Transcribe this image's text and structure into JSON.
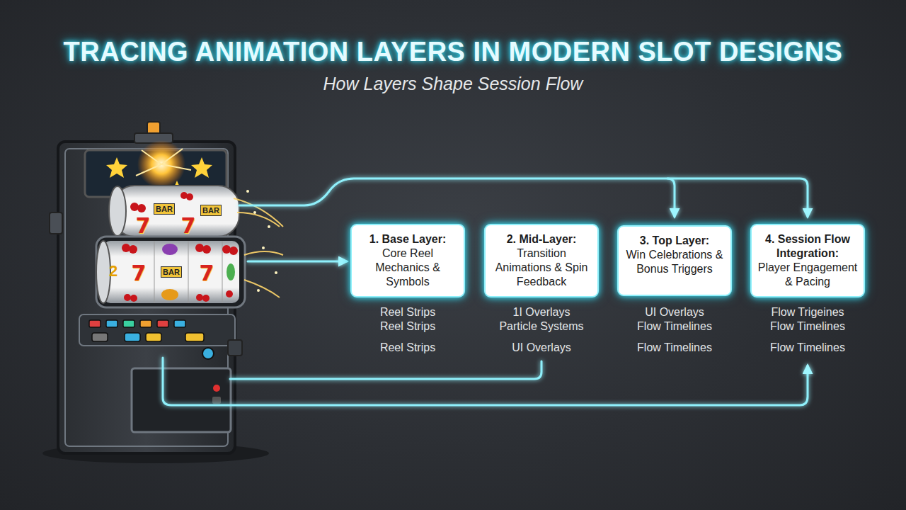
{
  "diagram": {
    "title": "TRACING ANIMATION LAYERS IN MODERN SLOT DESIGNS",
    "nodes": [
      {
        "text": [
          "1. Base Layer:",
          "Core Reel Mechanics & Symbols"
        ]
      },
      {
        "text": [
          "2. Mid-Layer:",
          "Transition Animations & Spin Feedback"
        ]
      },
      {
        "text": [
          "3. Top Layer:",
          "Win Celebrations & Bonus Triggers"
        ]
      },
      {
        "text": [
          "4. Session Flow Integration:",
          "Player Engagement & Pacing"
        ]
      }
    ],
    "edges": [
      {
        "from": 0,
        "to": 1,
        "arrow": "to"
      },
      {
        "from": 1,
        "to": 2,
        "arrow": "to"
      },
      {
        "from": 2,
        "to": 3,
        "arrow": "to"
      }
    ],
    "labels": [
      "How Layers Shape Session Flow",
      "BAR",
      "BAR",
      "7",
      "7",
      "2",
      "7",
      "BAR",
      "7",
      "Reel Strips",
      "Reel Strips",
      "Reel Strips",
      "1I Overlays",
      "Particle Systems",
      "UI Overlays",
      "UI Overlays",
      "Flow Timelines",
      "Flow Timelines",
      "Flow Trigeines",
      "Flow Timelines",
      "Flow Timelines"
    ]
  }
}
